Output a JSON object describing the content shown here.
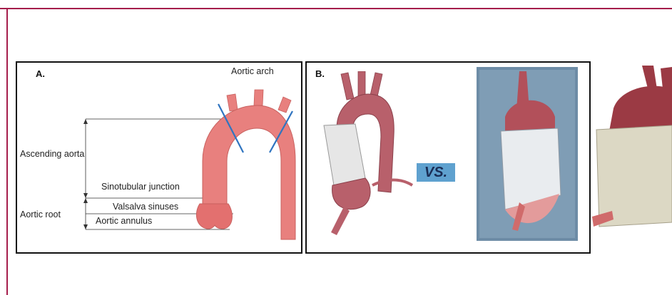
{
  "panel_a": {
    "letter": "A.",
    "labels": {
      "aortic_arch": "Aortic arch",
      "ascending_aorta": "Ascending aorta",
      "sinotubular_junction": "Sinotubular junction",
      "valsalva_sinuses": "Valsalva sinuses",
      "aortic_root": "Aortic root",
      "aortic_annulus": "Aortic annulus"
    }
  },
  "panel_b": {
    "letter": "B.",
    "vs_label": "VS."
  },
  "colors": {
    "frame": "#a51d4b",
    "aorta": "#e8807e",
    "cut_line": "#2f74c0",
    "vs_box": "#5fa1cf"
  }
}
